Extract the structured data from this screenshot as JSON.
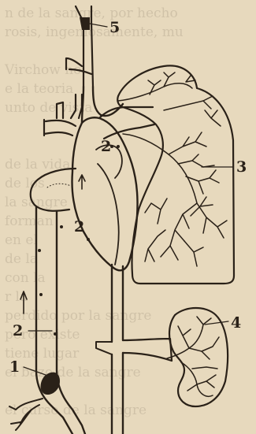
{
  "background_text": [
    "n de la sangre, por hecho",
    "rosis, ingeniosamente, mu",
    "",
    "Virchow  no",
    "e la teoria",
    "unto de vista",
    "",
    "",
    "de la vida,",
    "de los",
    "la sangre",
    "forman",
    "en el",
    "de la",
    "con la",
    "r la",
    "perdido por la sangre",
    "pero existe",
    "tiene lugar",
    "el bazo de la sangre",
    "",
    "el curso de la sangre"
  ],
  "callouts": {
    "c5": "5",
    "c3": "3",
    "c4": "4",
    "c2_top": "2",
    "c2_mid": "2",
    "c2_left": "2",
    "c1": "1"
  },
  "colors": {
    "paper": "#e7d9bd",
    "ink": "#2a2118"
  }
}
